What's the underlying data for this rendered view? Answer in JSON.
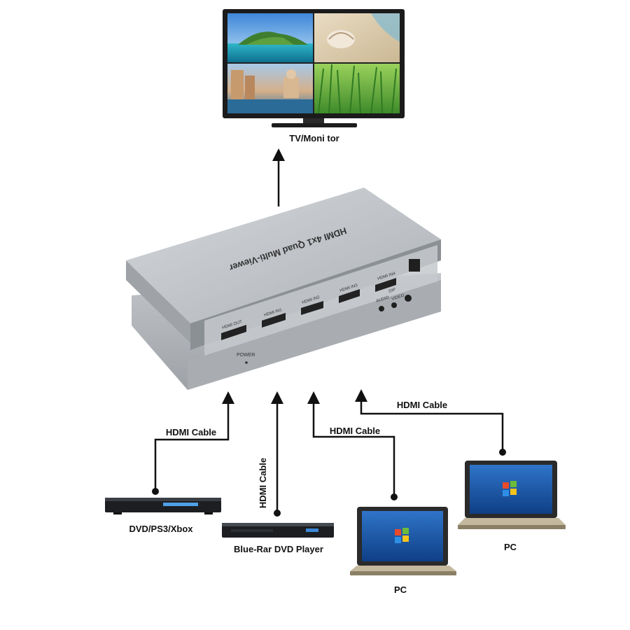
{
  "monitor": {
    "label": "TV/Moni tor"
  },
  "device": {
    "title": "HDMI 4x1 Quad Multi-Viewer",
    "ports": [
      "HDMI OUT",
      "HDMI IN1",
      "HDMI IN2",
      "HDMI IN3",
      "HDMI IN4"
    ],
    "power_label": "POWER",
    "side_labels": [
      "AUDIO",
      "DIP",
      "VIDEO"
    ],
    "body_color": "#b9bdc2",
    "dark_color": "#7e8389"
  },
  "connections": [
    {
      "cable_label": "HDMI Cable",
      "source_label": "DVD/PS3/Xbox"
    },
    {
      "cable_label": "HDMI Cable",
      "source_label": "Blue-Rar DVD Player"
    },
    {
      "cable_label": "HDMI Cable",
      "source_label": "PC"
    },
    {
      "cable_label": "HDMI Cable",
      "source_label": "PC"
    }
  ]
}
